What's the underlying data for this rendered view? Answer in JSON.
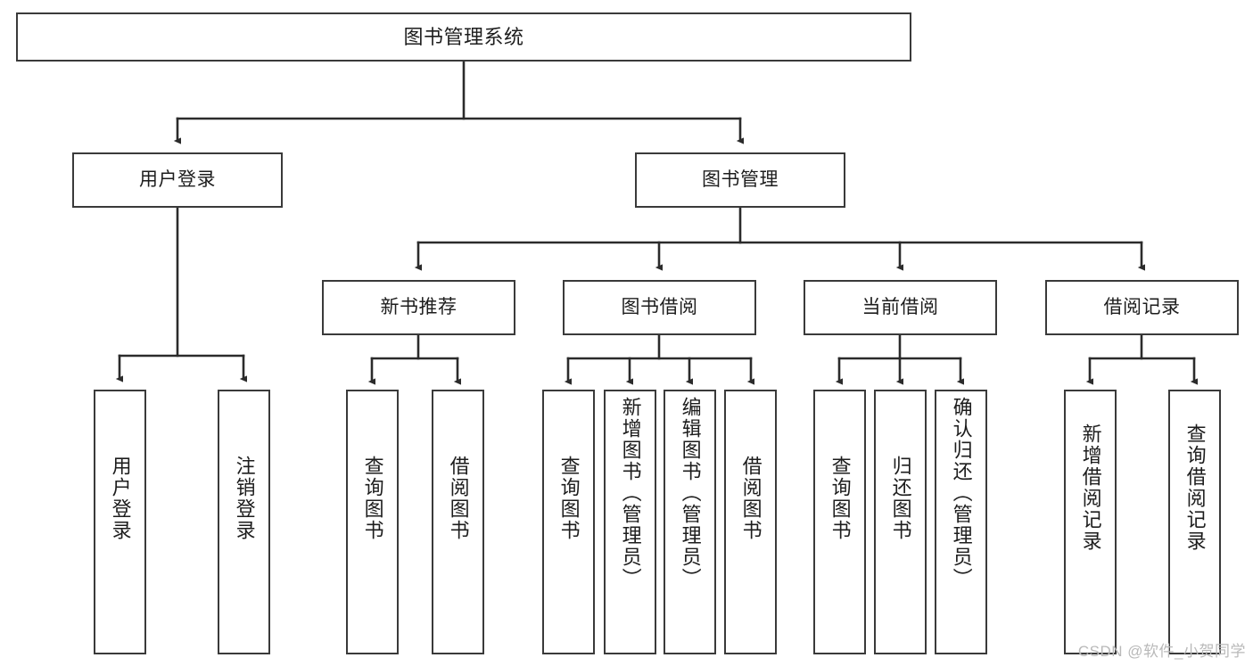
{
  "diagram": {
    "type": "tree-hierarchy",
    "title": "图书管理系统",
    "watermark": "CSDN @软件_小贺同学",
    "colors": {
      "box_border": "#3a3a3a",
      "box_fill": "#ffffff",
      "connector": "#2b2b2b",
      "text": "#1d1d1d",
      "watermark": "#b9b9b9"
    },
    "levels": {
      "root": {
        "label": "图书管理系统"
      },
      "level2": [
        {
          "id": "user-login",
          "label": "用户登录"
        },
        {
          "id": "book-management",
          "label": "图书管理"
        }
      ],
      "level3": [
        {
          "id": "new-book-recommend",
          "label": "新书推荐"
        },
        {
          "id": "book-borrow",
          "label": "图书借阅"
        },
        {
          "id": "current-borrow",
          "label": "当前借阅"
        },
        {
          "id": "borrow-record",
          "label": "借阅记录"
        }
      ],
      "leaves": {
        "user_login": [
          {
            "id": "leaf-user-login",
            "label": "用户登录"
          },
          {
            "id": "leaf-logout-login",
            "label": "注销登录"
          }
        ],
        "new_book_recommend": [
          {
            "id": "leaf-query-book-1",
            "label": "查询图书"
          },
          {
            "id": "leaf-borrow-book-1",
            "label": "借阅图书"
          }
        ],
        "book_borrow": [
          {
            "id": "leaf-query-book-2",
            "label": "查询图书"
          },
          {
            "id": "leaf-add-book",
            "label": "新增图书（管理员）"
          },
          {
            "id": "leaf-edit-book",
            "label": "编辑图书（管理员）"
          },
          {
            "id": "leaf-borrow-book-2",
            "label": "借阅图书"
          }
        ],
        "current_borrow": [
          {
            "id": "leaf-query-book-3",
            "label": "查询图书"
          },
          {
            "id": "leaf-return-book",
            "label": "归还图书"
          },
          {
            "id": "leaf-confirm-return",
            "label": "确认归还（管理员）"
          }
        ],
        "borrow_record": [
          {
            "id": "leaf-add-record",
            "label": "新增借阅记录"
          },
          {
            "id": "leaf-query-record",
            "label": "查询借阅记录"
          }
        ]
      }
    }
  }
}
